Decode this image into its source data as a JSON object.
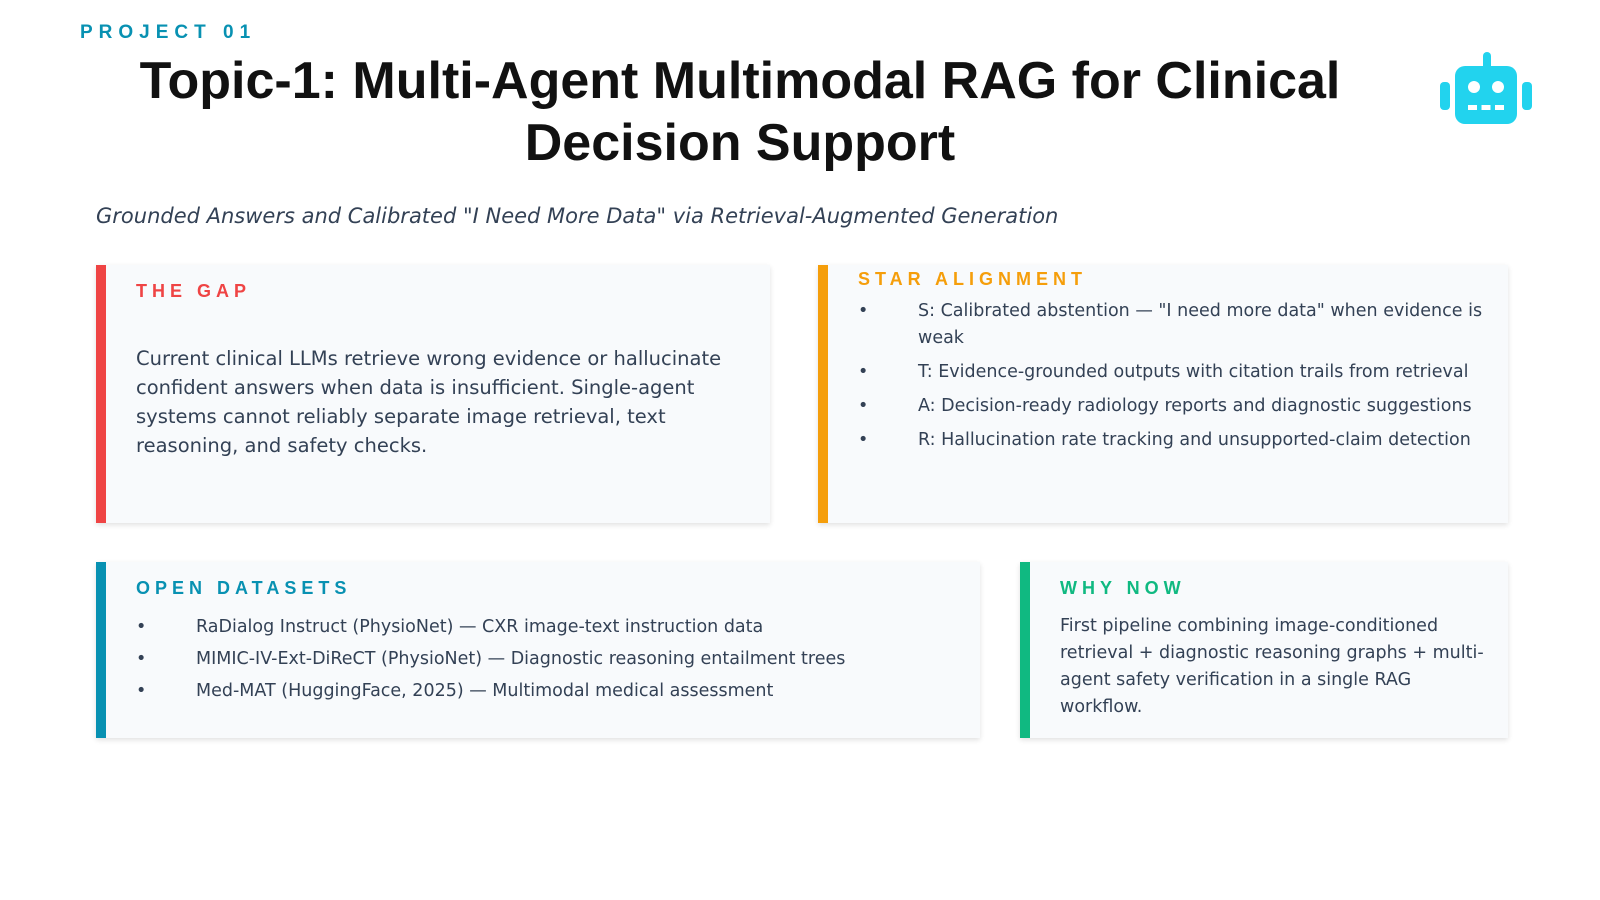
{
  "header": {
    "kicker": "PROJECT 01",
    "title": "Topic-1: Multi-Agent Multimodal RAG for Clinical Decision Support",
    "subtitle": "Grounded Answers and Calibrated \"I Need More Data\" via Retrieval-Augmented Generation",
    "icon": "robot-icon"
  },
  "colors": {
    "gap": "#ef4444",
    "star": "#f59e0b",
    "datasets": "#0891b2",
    "why": "#10b981",
    "robot": "#22d3ee"
  },
  "gap": {
    "heading": "THE GAP",
    "body": "Current clinical LLMs retrieve wrong evidence or hallucinate confident answers when data is insufficient. Single-agent systems cannot reliably separate image retrieval, text reasoning, and safety checks."
  },
  "star": {
    "heading": "STAR ALIGNMENT",
    "items": [
      "S: Calibrated abstention — \"I need more data\" when evidence is weak",
      "T: Evidence-grounded outputs with citation trails from retrieval",
      "A: Decision-ready radiology reports and diagnostic suggestions",
      "R: Hallucination rate tracking and unsupported-claim detection"
    ]
  },
  "datasets": {
    "heading": "OPEN DATASETS",
    "items": [
      "RaDialog Instruct (PhysioNet) — CXR image-text instruction data",
      "MIMIC-IV-Ext-DiReCT (PhysioNet) — Diagnostic reasoning entailment trees",
      "Med-MAT (HuggingFace, 2025) — Multimodal medical assessment"
    ]
  },
  "why": {
    "heading": "WHY NOW",
    "body": "First pipeline combining image-conditioned retrieval + diagnostic reasoning graphs + multi-agent safety verification in a single RAG workflow."
  }
}
